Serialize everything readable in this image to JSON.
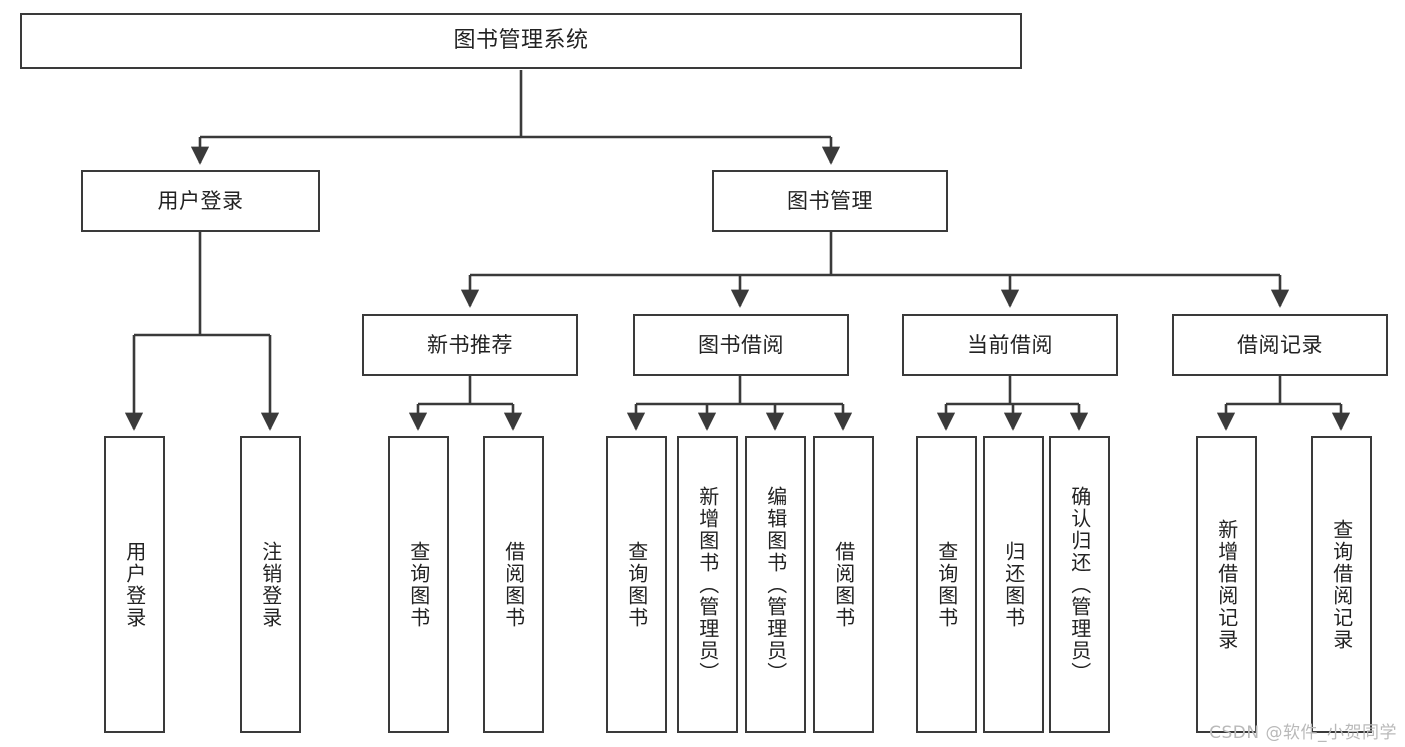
{
  "diagram": {
    "type": "tree",
    "title": "图书管理系统",
    "watermark": "CSDN @软件_小贺同学",
    "colors": {
      "box_border": "#3a3a3a",
      "box_fill": "#ffffff",
      "connector": "#3a3a3a",
      "text": "#222222",
      "watermark": "#b9b9b9",
      "background": "#ffffff"
    },
    "root": {
      "label": "图书管理系统"
    },
    "level1": [
      {
        "label": "用户登录"
      },
      {
        "label": "图书管理"
      }
    ],
    "level2": [
      {
        "label": "新书推荐"
      },
      {
        "label": "图书借阅"
      },
      {
        "label": "当前借阅"
      },
      {
        "label": "借阅记录"
      }
    ],
    "leaves": {
      "user_login": [
        {
          "label": "用户登录"
        },
        {
          "label": "注销登录"
        }
      ],
      "new_book": [
        {
          "label": "查询图书"
        },
        {
          "label": "借阅图书"
        }
      ],
      "book_borrow": [
        {
          "label": "查询图书"
        },
        {
          "label": "新增图书（管理员）"
        },
        {
          "label": "编辑图书（管理员）"
        },
        {
          "label": "借阅图书"
        }
      ],
      "current_borrow": [
        {
          "label": "查询图书"
        },
        {
          "label": "归还图书"
        },
        {
          "label": "确认归还（管理员）"
        }
      ],
      "borrow_record": [
        {
          "label": "新增借阅记录"
        },
        {
          "label": "查询借阅记录"
        }
      ]
    }
  }
}
